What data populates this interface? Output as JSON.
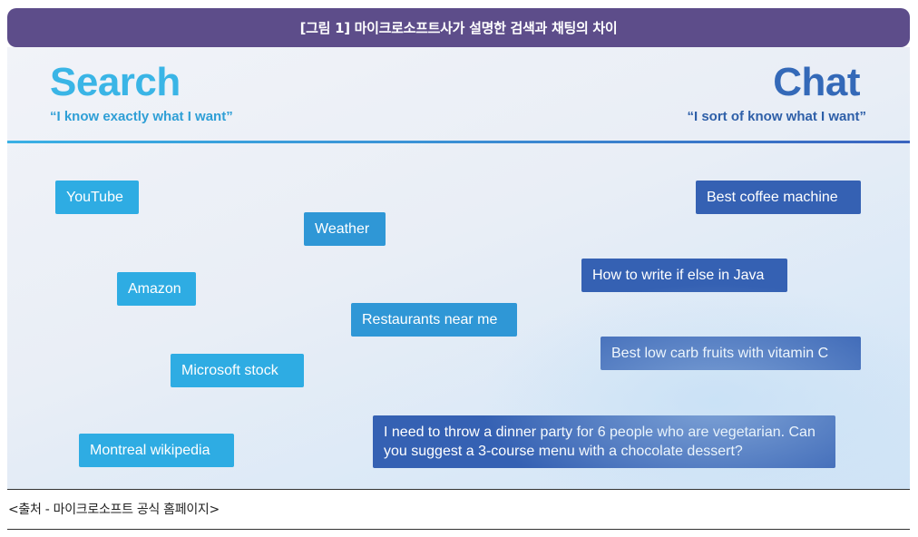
{
  "caption": "[그림 1] 마이크로소프트사가 설명한 검색과 채팅의 차이",
  "search": {
    "title": "Search",
    "quote": "“I know exactly what I want”"
  },
  "chat": {
    "title": "Chat",
    "quote": "“I sort of know what I want”"
  },
  "search_queries": [
    "YouTube",
    "Weather",
    "Amazon",
    "Restaurants near me",
    "Microsoft stock",
    "Montreal wikipedia"
  ],
  "chat_queries": [
    "Best coffee machine",
    "How to write if else in Java",
    "Best low carb fruits with vitamin C",
    "I need to throw a dinner party for 6 people who are vegetarian. Can you suggest a 3-course menu with a chocolate dessert?"
  ],
  "source": "<출처 - 마이크로소프트 공식 홈페이지>",
  "colors": {
    "caption_bg": "#5d4d8a",
    "search_accent": "#3ab5e6",
    "chat_accent": "#3469b8"
  }
}
